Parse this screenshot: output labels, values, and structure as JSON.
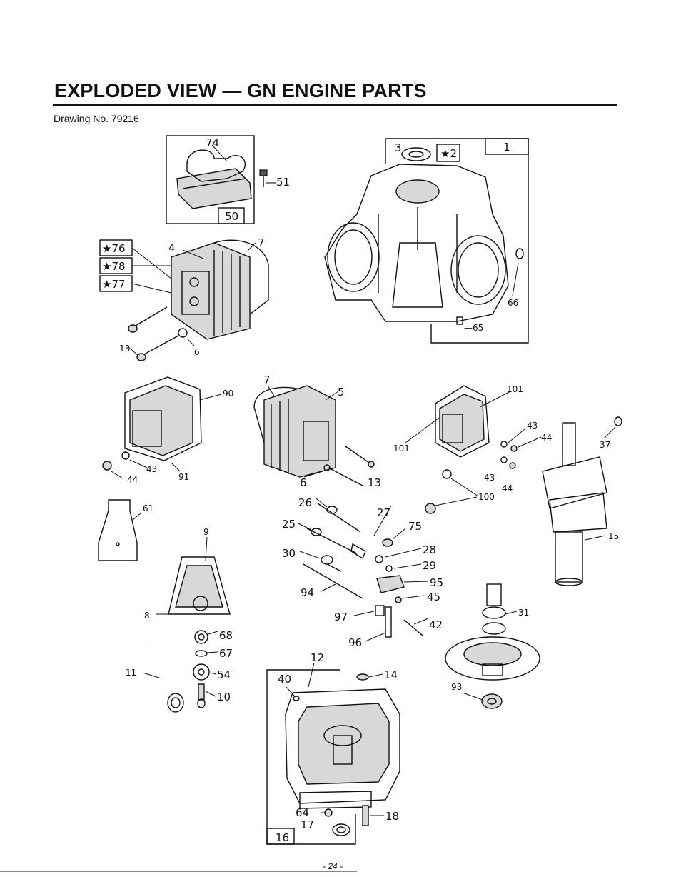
{
  "header": {
    "title": "EXPLODED VIEW — GN ENGINE PARTS",
    "drawing_no": "Drawing No. 79216"
  },
  "footer": {
    "page": "- 24 -"
  },
  "callouts": {
    "c74": "74",
    "c51": "—51",
    "c50": "50",
    "c3": "3",
    "c2": "★2",
    "c1": "1",
    "c76": "★76",
    "c78": "★78",
    "c77": "★77",
    "c4": "4",
    "c7a": "7",
    "c66": "66",
    "c65": "—65",
    "c13a": "13",
    "c6a": "6",
    "c90": "90",
    "c43a": "43",
    "c44a": "44",
    "c91": "91",
    "c7b": "7",
    "c5": "5",
    "c6b": "6",
    "c13b": "13",
    "c101a": "101",
    "c101b": "101",
    "c43b": "43",
    "c44b": "44",
    "c43c": "43",
    "c44c": "44",
    "c100": "100",
    "c37": "37",
    "c15": "15",
    "c61": "61",
    "c9": "9",
    "c8": "8",
    "c26": "26",
    "c27": "27",
    "c25": "25",
    "c75": "75",
    "c30": "30",
    "c28": "28",
    "c29": "29",
    "c94": "94",
    "c95": "95",
    "c45": "45",
    "c97": "97",
    "c42": "42",
    "c96": "96",
    "c31": "31",
    "c68": "68",
    "c67": "67",
    "c11": "11",
    "c54": "54",
    "c10": "10",
    "c12": "12",
    "c40": "40",
    "c14": "14",
    "c93": "93",
    "c64": "64",
    "c17": "17",
    "c18": "18",
    "c16": "16"
  }
}
